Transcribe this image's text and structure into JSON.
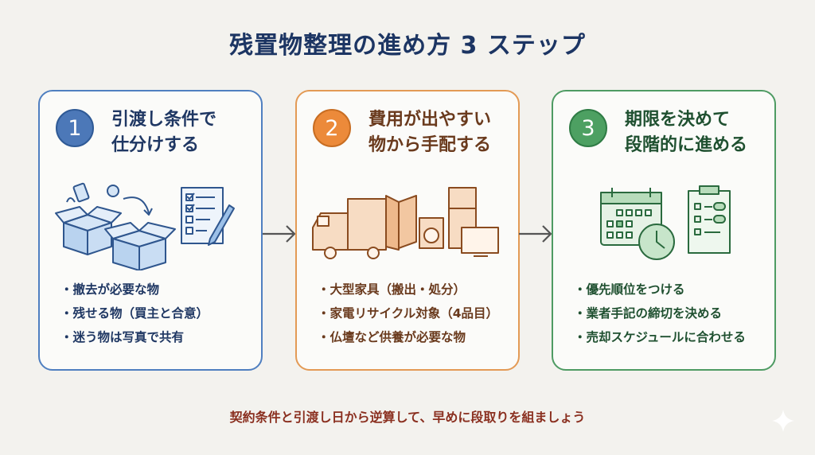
{
  "title": "残置物整理の進め方 3 ステップ",
  "steps": [
    {
      "number": "1",
      "heading_line1": "引渡し条件で",
      "heading_line2": "仕分けする",
      "illustration": "boxes-and-checklist-icon",
      "bullets": [
        "撤去が必要な物",
        "残せる物（買主と合意）",
        "迷う物は写真で共有"
      ],
      "accent": "#4f7fc0"
    },
    {
      "number": "2",
      "heading_line1": "費用が出やすい",
      "heading_line2": "物から手配する",
      "illustration": "truck-and-appliances-icon",
      "bullets": [
        "大型家具（搬出・処分）",
        "家電リサイクル対象（4品目）",
        "仏壇など供養が必要な物"
      ],
      "accent": "#e39a55"
    },
    {
      "number": "3",
      "heading_line1": "期限を決めて",
      "heading_line2": "段階的に進める",
      "illustration": "calendar-clock-and-clipboard-icon",
      "bullets": [
        "優先順位をつける",
        "業者手記の締切を決める",
        "売却スケジュールに合わせる"
      ],
      "accent": "#4e9b63"
    }
  ],
  "footer": "契約条件と引渡し日から逆算して、早めに段取りを組ましょう"
}
